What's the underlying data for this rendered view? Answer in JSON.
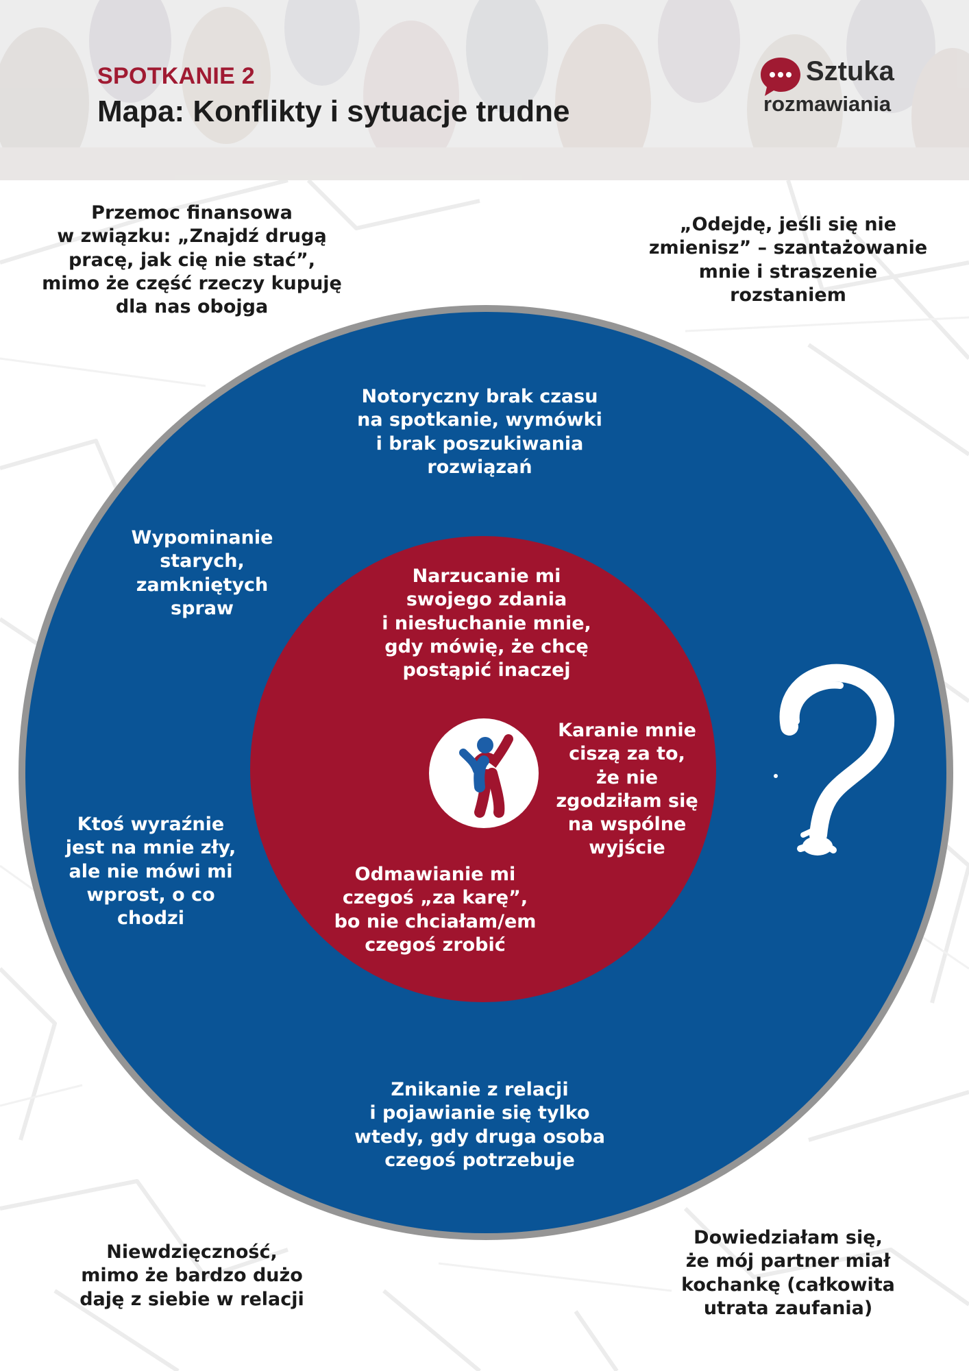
{
  "header": {
    "subtitle": "SPOTKANIE 2",
    "title": "Mapa: Konflikty i sytuacje trudne"
  },
  "logo": {
    "line1": "Sztuka",
    "line2": "rozmawiania",
    "icon": "speech-bubble-icon",
    "color": "#a01a32"
  },
  "colors": {
    "outer_ring": "#959595",
    "blue_circle": "#0a5496",
    "red_circle": "#a0142e",
    "accent": "#a01a32"
  },
  "outside": {
    "top_left": "Przemoc finansowa\nw związku: „Znajdź drugą\npracę, jak cię nie stać”,\nmimo że część rzeczy kupuję\ndla nas obojga",
    "top_right": "„Odejdę, jeśli się nie\nzmienisz” – szantażowanie\nmnie i straszenie\nrozstaniem",
    "bottom_left": "Niewdzięczność,\nmimo że bardzo dużo\ndaję z siebie w relacji",
    "bottom_right": "Dowiedziałam się,\nże mój partner miał\nkochankę (całkowita\nutrata zaufania)"
  },
  "blue_ring": {
    "top": "Notoryczny brak czasu\nna spotkanie, wymówki\ni brak poszukiwania\nrozwiązań",
    "left_upper": "Wypominanie\nstarych,\nzamkniętych\nspraw",
    "left_lower": "Ktoś wyraźnie\njest na mnie zły,\nale nie mówi mi\nwprost, o co\nchodzi",
    "bottom": "Znikanie z relacji\ni pojawianie się tylko\nwtedy, gdy druga osoba\nczegoś potrzebuje",
    "symbol": "?"
  },
  "red_circle": {
    "top": "Narzucanie mi\nswojego zdania\ni niesłuchanie mnie,\ngdy mówię, że chcę\npostąpić inaczej",
    "right": "Karanie mnie\nciszą za to,\nże nie\nzgodziłam się\nna wspólne\nwyjście",
    "bottom": "Odmawianie mi\nczegoś „za karę”,\nbo nie chciałam/em\nczegoś zrobić"
  },
  "center_icon": "person-icon"
}
